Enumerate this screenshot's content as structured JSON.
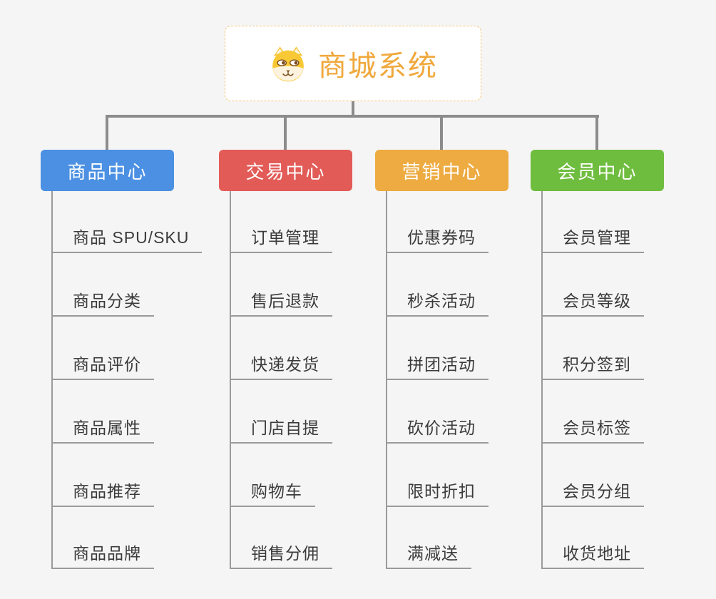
{
  "root": {
    "title": "商城系统",
    "icon": "dog-face-icon"
  },
  "branches": [
    {
      "label": "商品中心",
      "color": "#4b90e2",
      "children": [
        "商品 SPU/SKU",
        "商品分类",
        "商品评价",
        "商品属性",
        "商品推荐",
        "商品品牌"
      ]
    },
    {
      "label": "交易中心",
      "color": "#e25b57",
      "children": [
        "订单管理",
        "售后退款",
        "快递发货",
        "门店自提",
        "购物车",
        "销售分佣"
      ]
    },
    {
      "label": "营销中心",
      "color": "#edab41",
      "children": [
        "优惠券码",
        "秒杀活动",
        "拼团活动",
        "砍价活动",
        "限时折扣",
        "满减送"
      ]
    },
    {
      "label": "会员中心",
      "color": "#6fbd3f",
      "children": [
        "会员管理",
        "会员等级",
        "积分签到",
        "会员标签",
        "会员分组",
        "收货地址"
      ]
    }
  ],
  "colors": {
    "background": "#f5f5f5",
    "connector": "#8c8c8c",
    "child_line": "#9a9a9a",
    "root_text": "#f0a83c",
    "root_border": "#f3c776",
    "child_text": "#3b3b3b"
  }
}
